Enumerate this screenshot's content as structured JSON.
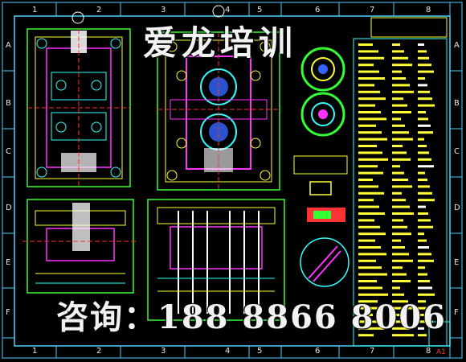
{
  "watermark": {
    "top_text": "爱龙培训",
    "bottom_text": "咨询：188 8866 8006"
  },
  "grid": {
    "columns": [
      "1",
      "2",
      "3",
      "4",
      "5",
      "6",
      "7",
      "8"
    ],
    "rows": [
      "A",
      "B",
      "C",
      "D",
      "E",
      "F"
    ]
  },
  "sheet_label": "A1",
  "colors": {
    "background": "#000000",
    "frame": "#4dd2ff",
    "outline_green": "#33ff33",
    "magenta": "#ff33ff",
    "yellow": "#ffff33",
    "cyan": "#33ffff",
    "red": "#ff3333",
    "white": "#ffffff",
    "blue": "#3366ff"
  }
}
